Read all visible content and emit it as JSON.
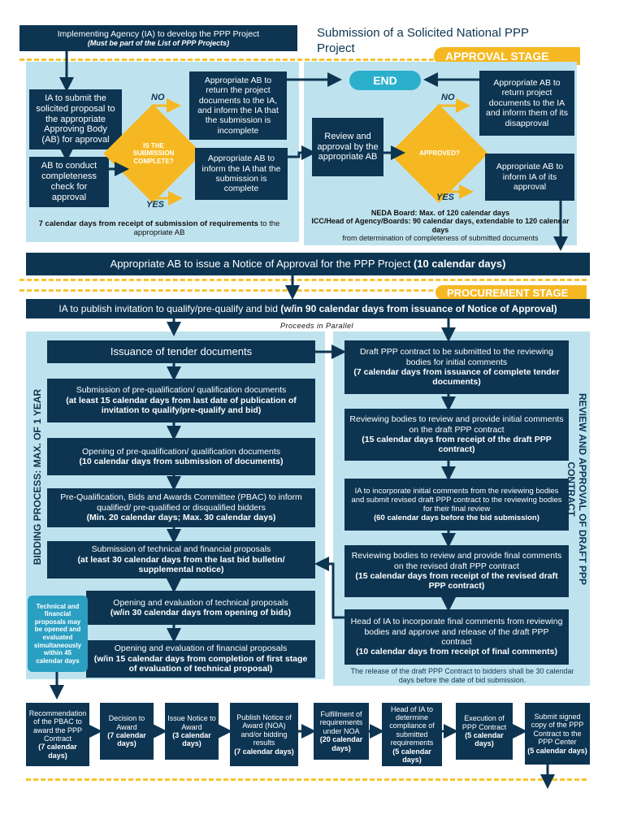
{
  "title": "Submission of a Solicited National PPP Project",
  "stages": {
    "approval": "APPROVAL STAGE",
    "procurement": "PROCUREMENT STAGE"
  },
  "approval": {
    "ia_develop": "Implementing Agency (IA) to develop the PPP Project",
    "ia_develop_note": "(Must be part of the List of PPP Projects)",
    "ia_submit": "IA to submit the solicited proposal to the appropriate Approving Body (AB) for approval",
    "ab_conduct": "AB to conduct completeness check for approval",
    "diamond_complete": "IS THE SUBMISSION COMPLETE?",
    "no": "NO",
    "yes": "YES",
    "ab_return_incomplete": "Appropriate AB to return the project documents to the IA, and inform the IA that the submission is incomplete",
    "ab_inform_complete": "Appropriate AB to inform the IA that the submission is complete",
    "seven_days_a": "7 calendar days from receipt of submission of requirements",
    "seven_days_b": " to the appropriate AB",
    "end": "END",
    "review_approval": "Review and approval by the appropriate AB",
    "diamond_approved": "APPROVED?",
    "ab_return_disapproval": "Appropriate AB to return project documents to the IA and inform them of its disapproval",
    "ab_inform_approval": "Appropriate AB to inform IA of its approval",
    "neda": "NEDA Board: Max. of 120 calendar days",
    "icc": "ICC/Head of Agency/Boards: 90 calendar days, extendable to 120 calendar days",
    "from_determination": "from determination of completeness of submitted documents",
    "notice_main": "Appropriate AB to issue a Notice of Approval for the PPP Project ",
    "notice_days": "(10 calendar days)"
  },
  "procurement": {
    "publish_main": "IA to publish invitation to qualify/pre-qualify and bid ",
    "publish_days": "(w/in 90 calendar days from issuance of Notice of Approval)",
    "parallel": "Proceeds in Parallel",
    "bidding_side": "BIDDING PROCESS: MAX. OF 1 YEAR",
    "review_side": "REVIEW AND APPROVAL OF DRAFT PPP CONTRACT",
    "left_steps": [
      {
        "main": "Issuance of tender documents",
        "days": ""
      },
      {
        "main": "Submission of pre-qualification/ qualification documents",
        "days": "(at least 15 calendar days from last date of publication of invitation to qualify/pre-qualify and bid)"
      },
      {
        "main": "Opening of pre-qualification/ qualification documents",
        "days": "(10 calendar days from submission of documents)"
      },
      {
        "main": "Pre-Qualification, Bids and Awards Committee (PBAC) to inform qualified/ pre-qualified or disqualified bidders",
        "days": "(Min. 20 calendar days; Max. 30 calendar days)"
      },
      {
        "main": "Submission of technical and financial proposals",
        "days": "(at least 30 calendar days from the last bid bulletin/ supplemental notice)"
      },
      {
        "main": "Opening and evaluation of technical proposals",
        "days": "(w/in 30 calendar days from opening of bids)"
      },
      {
        "main": "Opening and evaluation of financial proposals",
        "days": "(w/in 15 calendar days from completion of first stage of evaluation of technical proposal)"
      }
    ],
    "simultaneous_note": "Technical and financial proposals may be opened and evaluated simultaneously within 45 calendar days",
    "right_steps": [
      {
        "main": "Draft PPP contract to be submitted to the reviewing bodies for initial comments",
        "days": "(7 calendar days from issuance of complete tender documents)"
      },
      {
        "main": "Reviewing bodies to review and provide initial comments on the draft PPP contract",
        "days": "(15 calendar days from receipt of the draft PPP contract)"
      },
      {
        "main": "IA to incorporate initial comments from the reviewing bodies and submit revised draft PPP contract to the reviewing bodies for their final review",
        "days": "(60 calendar days before the bid submission)"
      },
      {
        "main": "Reviewing bodies to review and provide final comments on the revised draft PPP contract",
        "days": "(15 calendar days from receipt of the revised draft PPP contract)"
      },
      {
        "main": "Head of IA to incorporate final comments from reviewing bodies and approve and release of the draft PPP contract",
        "days": "(10 calendar days from receipt of final comments)"
      }
    ],
    "release_note": "The release of the draft PPP Contract to bidders shall be 30 calendar days before the date of bid submission.",
    "bottom_steps": [
      {
        "main": "Recommendation of the PBAC to award the PPP Contract",
        "days": "(7 calendar days)"
      },
      {
        "main": "Decision to Award",
        "days": "(7 calendar days)"
      },
      {
        "main": "Issue Notice to Award",
        "days": "(3 calendar days)"
      },
      {
        "main": "Publish Notice of Award (NOA) and/or bidding results",
        "days": "(7 calendar days)"
      },
      {
        "main": "Fulfillment of requirements under NOA",
        "days": "(20 calendar days)"
      },
      {
        "main": "Head of IA to determine compliance of submitted requirements",
        "days": "(5 calendar days)"
      },
      {
        "main": "Execution of PPP Contract",
        "days": "(5 calendar days)"
      },
      {
        "main": "Submit signed copy of the PPP Contract to the PPP Center",
        "days": "(5 calendar days)"
      }
    ]
  }
}
